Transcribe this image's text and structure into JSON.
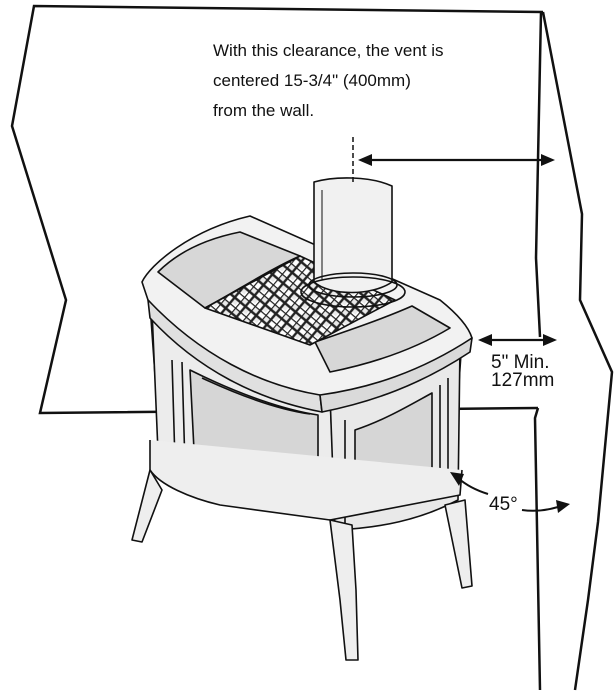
{
  "labels": {
    "note_line1": "With this clearance, the vent is",
    "note_line2": "centered 15-3/4\"  (400mm)",
    "note_line3": "from the wall.",
    "clearance_min": "5\" Min.",
    "clearance_mm": "127mm",
    "angle": "45°"
  },
  "colors": {
    "line": "#111111",
    "stove_fill": "#ececec",
    "stove_panel": "#d9d9d9",
    "grate": "#333333"
  }
}
